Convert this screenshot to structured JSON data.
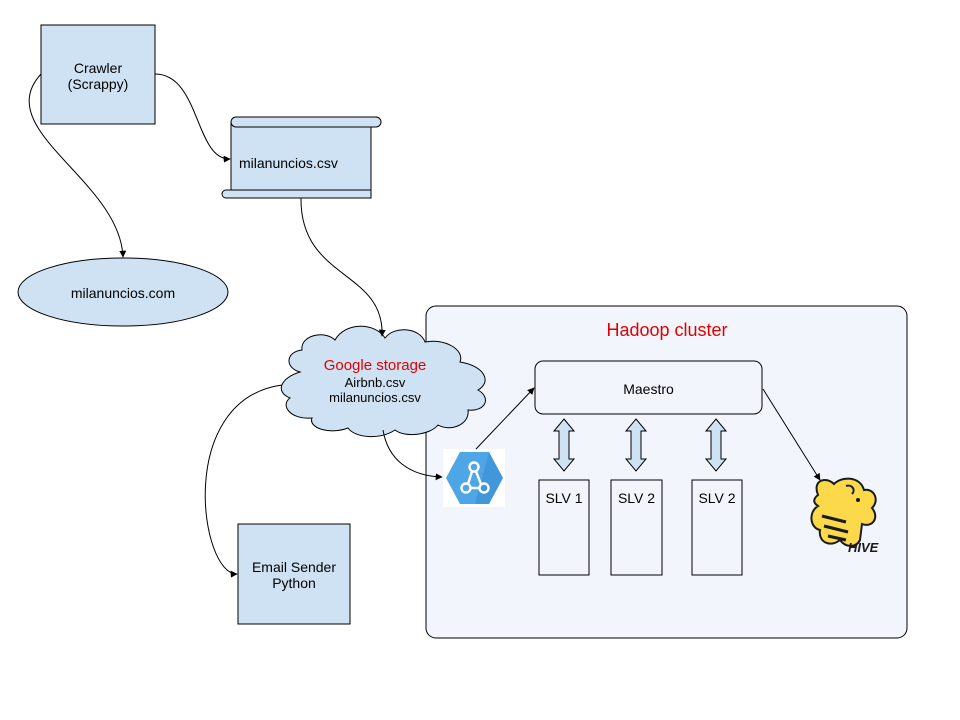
{
  "crawler": {
    "line1": "Crawler",
    "line2": "(Scrappy)"
  },
  "csv_doc": {
    "label": "milanuncios.csv"
  },
  "website": {
    "label": "milanuncios.com"
  },
  "cloud": {
    "title": "Google storage",
    "file1": "Airbnb.csv",
    "file2": "milanuncios.csv"
  },
  "email": {
    "line1": "Email Sender",
    "line2": "Python"
  },
  "cluster": {
    "title": "Hadoop cluster",
    "master": "Maestro",
    "slaves": [
      "SLV 1",
      "SLV 2",
      "SLV 2"
    ]
  },
  "hive_logo": {
    "text": "HIVE"
  },
  "icons": {
    "dataproc": "dataproc-icon",
    "hive": "hive-logo-icon"
  },
  "colors": {
    "node_fill": "#cfe2f3",
    "cluster_fill": "#f2f6fc",
    "title_red": "#e00000"
  }
}
